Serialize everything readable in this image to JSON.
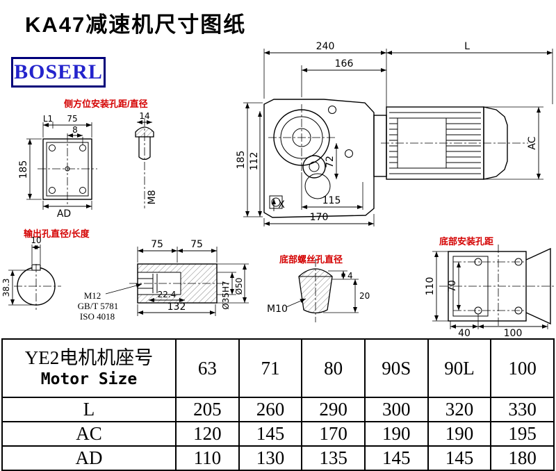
{
  "title": "KA47减速机尺寸图纸",
  "logo_text": "BOSERL",
  "labels": {
    "side_mount": "侧方位安装孔距/直径",
    "output": "输出孔直径/长度",
    "bottom_screw": "底部螺丝孔直径",
    "bottom_mount": "底部安装孔距"
  },
  "dims": {
    "main": {
      "w240": "240",
      "L": "L",
      "w166": "166",
      "h185": "185",
      "h112": "112",
      "h72": "72",
      "x_mark": "X",
      "w115": "115",
      "w170": "170",
      "ac": "AC"
    },
    "side": {
      "l1": "L1",
      "w75": "75",
      "w8": "8",
      "h185": "185",
      "ad": "AD",
      "w14": "14",
      "m8": "M8"
    },
    "output": {
      "w10": "10",
      "h38_3": "38.3",
      "w75a": "75",
      "w75b": "75",
      "w22_4": "22.4",
      "w132": "132",
      "thread": "M12",
      "std1": "GB/T 5781",
      "std2": "ISO 4018",
      "d35": "Ø35H7",
      "d50": "Ø50"
    },
    "screw": {
      "m10": "M10",
      "h4": "4",
      "h20": "20"
    },
    "mount": {
      "h110": "110",
      "h70": "70",
      "w40": "40",
      "w100": "100"
    }
  },
  "table": {
    "header_line1": "YE2电机机座号",
    "header_line2": "Motor Size",
    "sizes": [
      "63",
      "71",
      "80",
      "90S",
      "90L",
      "100"
    ],
    "rows": [
      {
        "label": "L",
        "values": [
          "205",
          "260",
          "290",
          "300",
          "320",
          "330"
        ]
      },
      {
        "label": "AC",
        "values": [
          "120",
          "145",
          "170",
          "190",
          "190",
          "195"
        ]
      },
      {
        "label": "AD",
        "values": [
          "110",
          "130",
          "135",
          "145",
          "145",
          "180"
        ]
      }
    ]
  },
  "colors": {
    "annotation_red": "#d40000",
    "logo_blue": "#2424cc",
    "line_black": "#000000"
  }
}
